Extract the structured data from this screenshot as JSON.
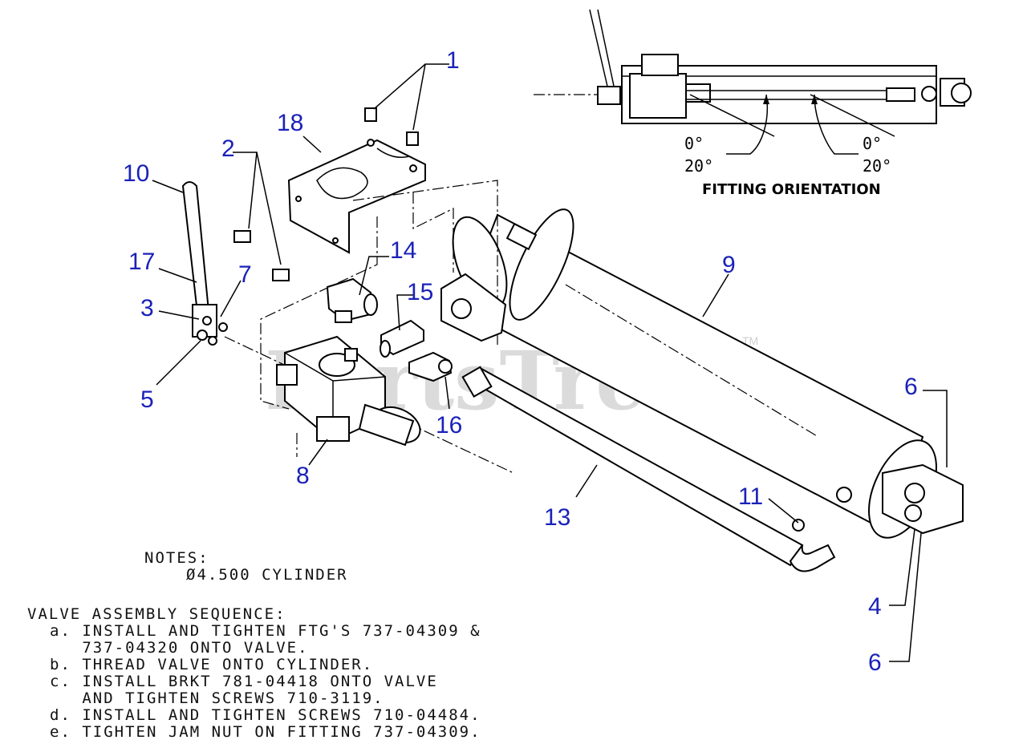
{
  "watermark": "PartsTree",
  "watermark_tm": "TM",
  "callouts": {
    "c1": "1",
    "c2": "2",
    "c3": "3",
    "c4": "4",
    "c5": "5",
    "c6a": "6",
    "c6b": "6",
    "c7": "7",
    "c8": "8",
    "c9": "9",
    "c10": "10",
    "c11": "11",
    "c13": "13",
    "c14": "14",
    "c15": "15",
    "c16": "16",
    "c17": "17",
    "c18": "18"
  },
  "fitting_orientation": {
    "title": "FITTING ORIENTATION",
    "left_0": "0°",
    "left_20": "20°",
    "right_0": "0°",
    "right_20": "20°"
  },
  "notes": {
    "heading": "NOTES:",
    "cylinder": "Ø4.500 CYLINDER"
  },
  "sequence": {
    "heading": "VALVE ASSEMBLY SEQUENCE:",
    "steps": [
      "a. INSTALL AND TIGHTEN FTG'S 737-04309 &",
      "   737-04320 ONTO VALVE.",
      "b. THREAD VALVE ONTO CYLINDER.",
      "c. INSTALL BRKT 781-04418 ONTO VALVE",
      "   AND TIGHTEN SCREWS 710-3119.",
      "d. INSTALL AND TIGHTEN SCREWS 710-04484.",
      "e. TIGHTEN JAM NUT ON FITTING 737-04309."
    ]
  }
}
